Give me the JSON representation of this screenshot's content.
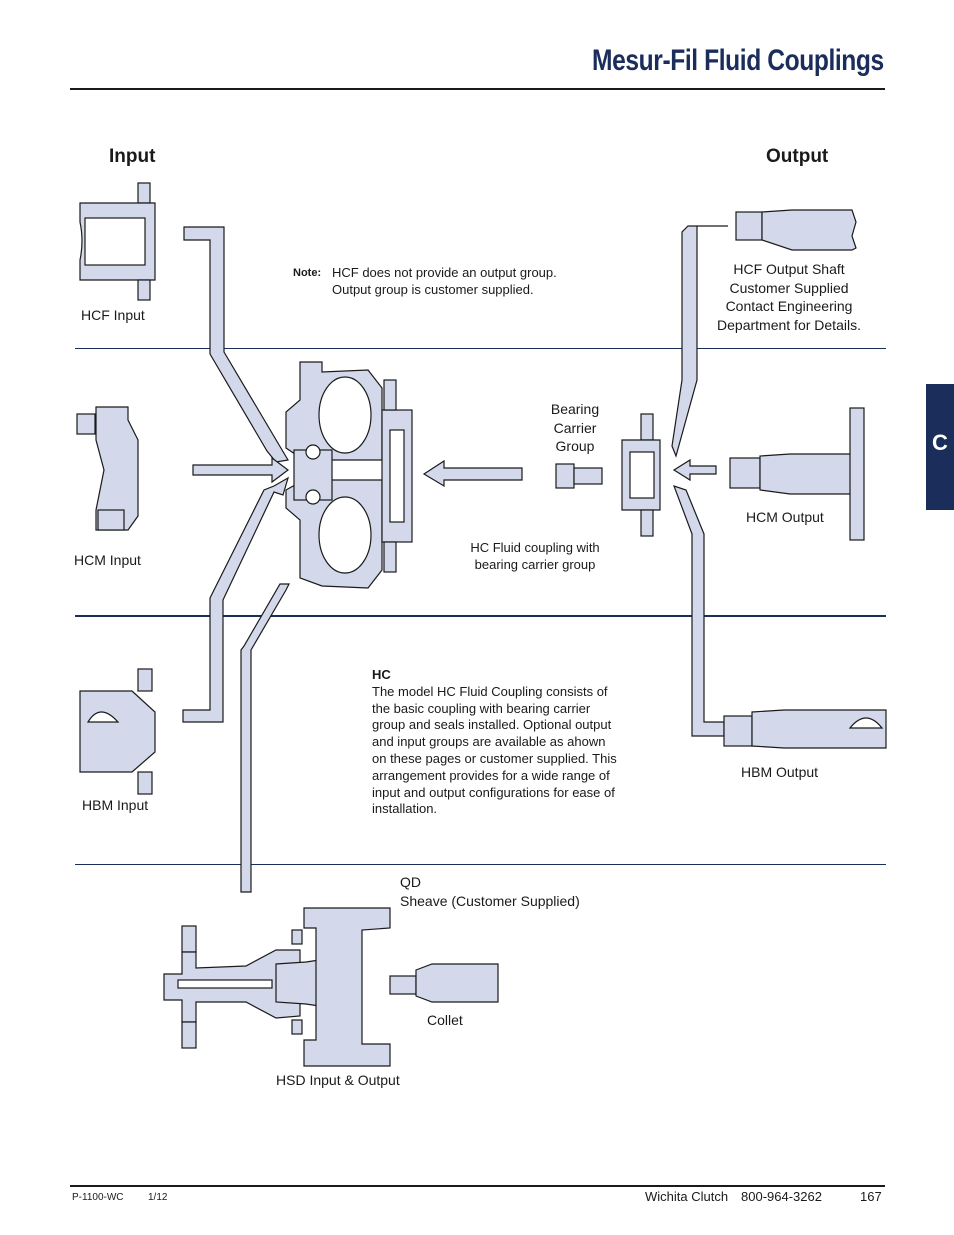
{
  "header": {
    "title": "Mesur-Fil Fluid Couplings"
  },
  "columns": {
    "input": "Input",
    "output": "Output"
  },
  "section_tab": "C",
  "note": {
    "key": "Note:",
    "line1": "HCF does not provide an output group.",
    "line2": "Output group is customer supplied."
  },
  "labels": {
    "hcf_input": "HCF Input",
    "hcm_input": "HCM Input",
    "hbm_input": "HBM Input",
    "hcf_output_1": "HCF Output Shaft",
    "hcf_output_2": "Customer Supplied",
    "hcf_output_3": "Contact Engineering",
    "hcf_output_4": "Department for Details.",
    "bearing_1": "Bearing",
    "bearing_2": "Carrier",
    "bearing_3": "Group",
    "hcm_output": "HCM Output",
    "hbm_output": "HBM Output",
    "hc_caption_1": "HC Fluid coupling with",
    "hc_caption_2": "bearing carrier group",
    "qd": "QD",
    "sheave": "Sheave (Customer Supplied)",
    "collet": "Collet",
    "hsd": "HSD Input & Output"
  },
  "hc_description": {
    "heading": "HC",
    "lines": [
      "The model HC Fluid Coupling consists of",
      "the basic coupling with bearing carrier",
      "group and seals installed. Optional output",
      "and input groups are available as ahown",
      "on these pages or customer supplied. This",
      "arrangement provides for a wide range of",
      "input and output configurations for ease of",
      "installation."
    ]
  },
  "footer": {
    "doc_code": "P-1100-WC",
    "date": "1/12",
    "company": "Wichita Clutch",
    "phone": "800-964-3262",
    "page": "167"
  },
  "colors": {
    "brand_navy": "#1b2d5b",
    "part_fill": "#d3d9ea"
  }
}
